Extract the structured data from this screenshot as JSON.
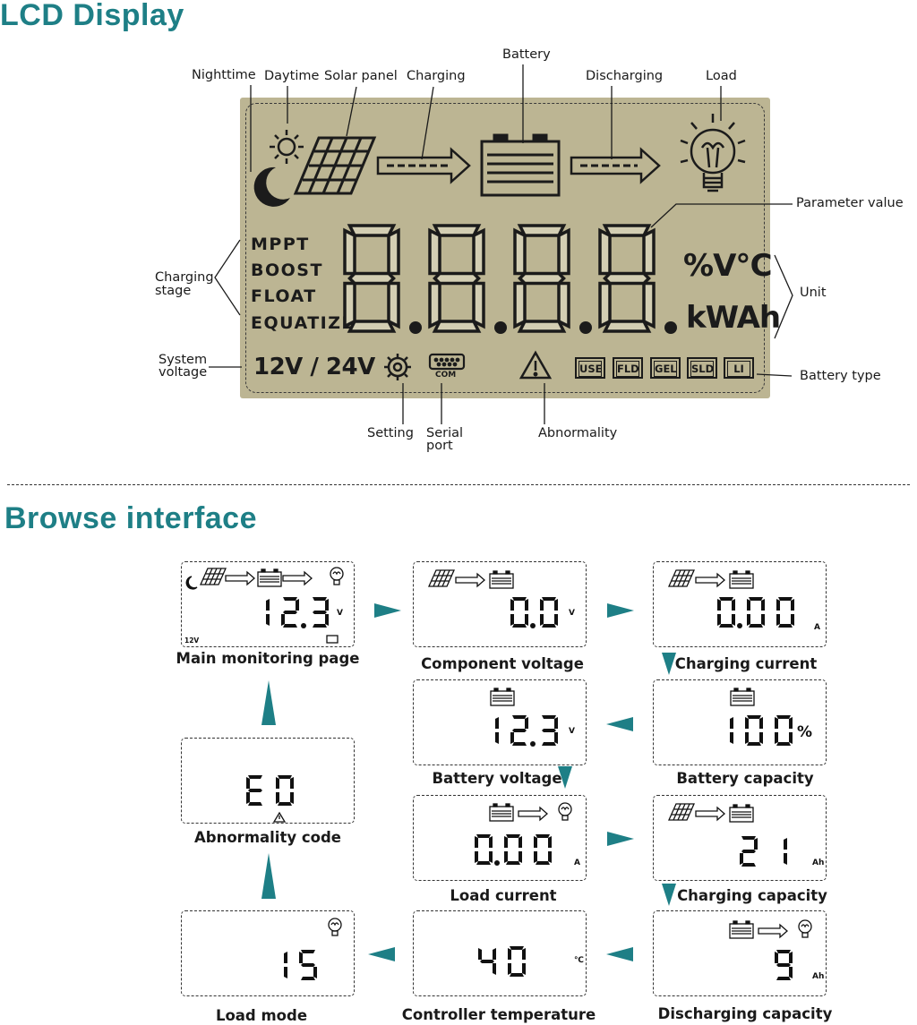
{
  "sections": {
    "lcd_title": "LCD Display",
    "browse_title": "Browse interface"
  },
  "colors": {
    "accent": "#1e7f86",
    "lcd_background": "#bcb593",
    "segment": "#1b1b1b"
  },
  "lcd": {
    "callouts": {
      "nighttime": "Nighttime",
      "daytime": "Daytime",
      "solar_panel": "Solar panel",
      "charging": "Charging",
      "battery": "Battery",
      "discharging": "Discharging",
      "load": "Load",
      "parameter_value": "Parameter value",
      "charging_stage_1": "Charging",
      "charging_stage_2": "stage",
      "unit": "Unit",
      "system_voltage_1": "System",
      "system_voltage_2": "voltage",
      "battery_type": "Battery type",
      "setting": "Setting",
      "serial_port_1": "Serial",
      "serial_port_2": "port",
      "abnormality": "Abnormality"
    },
    "stages": [
      "MPPT",
      "BOOST",
      "FLOAT",
      "EQUATIZE"
    ],
    "digits": "8.8.8.8.",
    "units_top": "%V℃",
    "units_bottom": "kWAh",
    "system_voltage": "12V / 24V",
    "com_label": "COM",
    "battery_types": [
      "USE",
      "FLD",
      "GEL",
      "SLD",
      "LI"
    ],
    "icons": [
      "moon-icon",
      "sun-icon",
      "solar-panel-icon",
      "charging-arrow-icon",
      "battery-icon",
      "discharging-arrow-icon",
      "bulb-icon",
      "gear-icon",
      "serial-port-icon",
      "warning-icon"
    ]
  },
  "browse": {
    "screens": [
      {
        "id": "main",
        "label": "Main monitoring page",
        "value": "12.3",
        "unit": "V",
        "icons": [
          "moon-icon",
          "solar-panel-icon",
          "arrow-icon",
          "battery-icon",
          "arrow-icon",
          "bulb-icon"
        ],
        "extra_left": "12V"
      },
      {
        "id": "component_voltage",
        "label": "Component voltage",
        "value": "0.0",
        "unit": "V",
        "icons": [
          "solar-panel-icon",
          "arrow-icon",
          "battery-icon"
        ]
      },
      {
        "id": "charging_current",
        "label": "Charging current",
        "value": "0.00",
        "unit": "A",
        "icons": [
          "solar-panel-icon",
          "arrow-icon",
          "battery-icon"
        ]
      },
      {
        "id": "battery_voltage",
        "label": "Battery voltage",
        "value": "12.3",
        "unit": "V",
        "icons": [
          "battery-icon"
        ]
      },
      {
        "id": "battery_capacity",
        "label": "Battery capacity",
        "value": "100",
        "unit": "%",
        "icons": [
          "battery-icon"
        ]
      },
      {
        "id": "abnormality_code",
        "label": "Abnormality code",
        "value": "E0",
        "unit": "",
        "icons": [
          "warning-icon"
        ]
      },
      {
        "id": "load_current",
        "label": "Load current",
        "value": "0.00",
        "unit": "A",
        "icons": [
          "battery-icon",
          "arrow-icon",
          "bulb-icon"
        ]
      },
      {
        "id": "charging_capacity",
        "label": "Charging capacity",
        "value": "21",
        "unit": "Ah",
        "icons": [
          "solar-panel-icon",
          "arrow-icon",
          "battery-icon"
        ]
      },
      {
        "id": "load_mode",
        "label": "Load mode",
        "value": "15",
        "unit": "",
        "icons": [
          "bulb-icon"
        ]
      },
      {
        "id": "controller_temperature",
        "label": "Controller temperature",
        "value": "40",
        "unit": "℃",
        "icons": []
      },
      {
        "id": "discharging_capacity",
        "label": "Discharging capacity",
        "value": "9",
        "unit": "Ah",
        "icons": [
          "battery-icon",
          "arrow-icon",
          "bulb-icon"
        ]
      }
    ]
  }
}
